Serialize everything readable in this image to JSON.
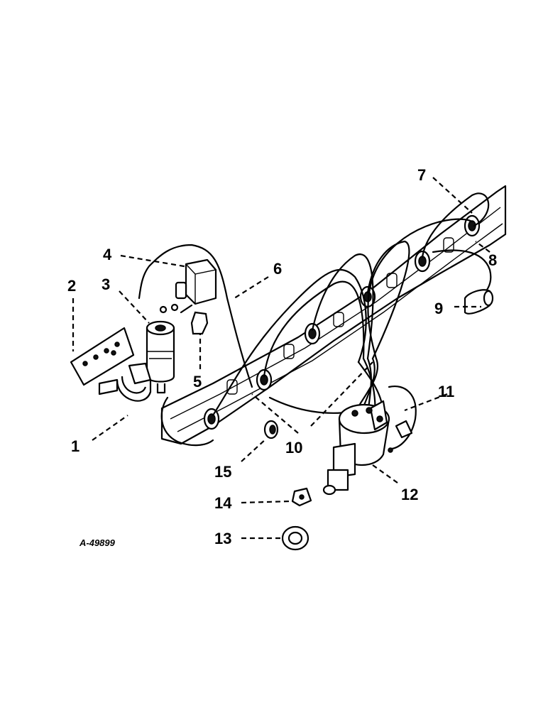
{
  "callouts": [
    {
      "id": "1",
      "text": "1"
    },
    {
      "id": "2",
      "text": "2"
    },
    {
      "id": "3",
      "text": "3"
    },
    {
      "id": "4",
      "text": "4"
    },
    {
      "id": "5",
      "text": "5"
    },
    {
      "id": "6",
      "text": "6"
    },
    {
      "id": "7",
      "text": "7"
    },
    {
      "id": "8",
      "text": "8"
    },
    {
      "id": "9",
      "text": "9"
    },
    {
      "id": "10",
      "text": "10"
    },
    {
      "id": "11",
      "text": "11"
    },
    {
      "id": "12",
      "text": "12"
    },
    {
      "id": "13",
      "text": "13"
    },
    {
      "id": "14",
      "text": "14"
    },
    {
      "id": "15",
      "text": "15"
    }
  ],
  "drawing_code": "A-49899"
}
